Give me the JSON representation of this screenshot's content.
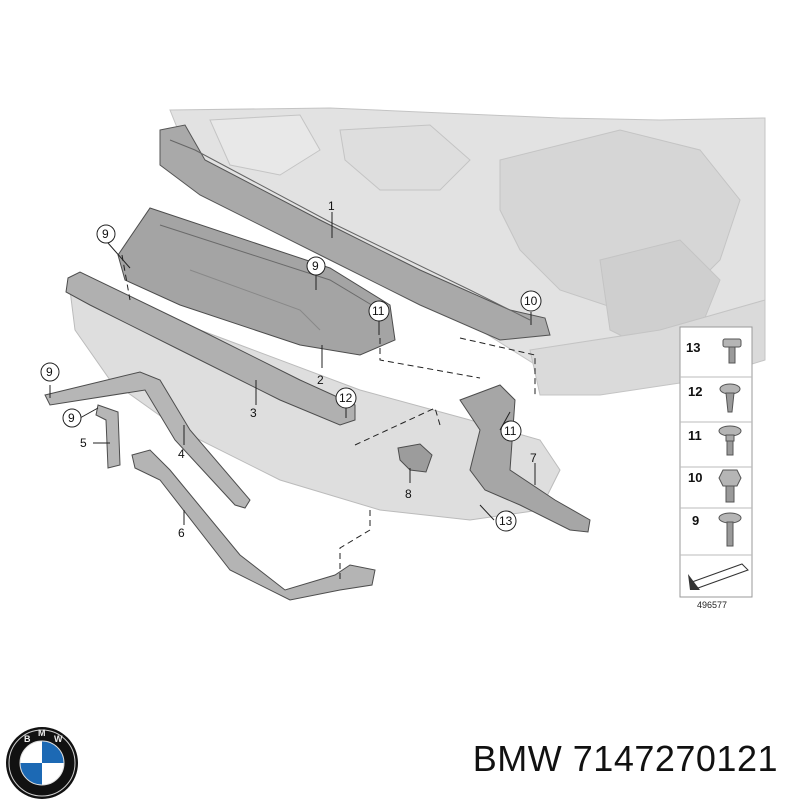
{
  "diagram": {
    "diagram_number": "496577",
    "callouts": [
      {
        "label": "1"
      },
      {
        "label": "2"
      },
      {
        "label": "3"
      },
      {
        "label": "4"
      },
      {
        "label": "5"
      },
      {
        "label": "6"
      },
      {
        "label": "7"
      },
      {
        "label": "8"
      },
      {
        "label": "9"
      },
      {
        "label": "9"
      },
      {
        "label": "9"
      },
      {
        "label": "9"
      },
      {
        "label": "10"
      },
      {
        "label": "11"
      },
      {
        "label": "11"
      },
      {
        "label": "12"
      },
      {
        "label": "13"
      }
    ],
    "legend": [
      {
        "number": "13",
        "icon": "bolt-icon"
      },
      {
        "number": "12",
        "icon": "screw-icon"
      },
      {
        "number": "11",
        "icon": "bolt-icon"
      },
      {
        "number": "10",
        "icon": "hex-bolt-icon"
      },
      {
        "number": "9",
        "icon": "bolt-icon"
      }
    ]
  },
  "footer": {
    "brand_logo": "bmw-logo",
    "text": "BMW 7147270121"
  },
  "colors": {
    "body_grey": "#d4d4d4",
    "part_grey": "#a8a8a8",
    "dark_part": "#8c8c8c",
    "line": "#333333"
  }
}
